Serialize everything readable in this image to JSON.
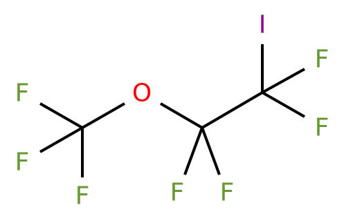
{
  "molecule": {
    "atoms": {
      "f1": {
        "label": "F"
      },
      "f2": {
        "label": "F"
      },
      "f3": {
        "label": "F"
      },
      "o1": {
        "label": "O"
      },
      "i1": {
        "label": "I"
      },
      "f4": {
        "label": "F"
      },
      "f5": {
        "label": "F"
      },
      "f6": {
        "label": "F"
      },
      "f7": {
        "label": "F"
      }
    },
    "colors": {
      "fluorine": "#669933",
      "oxygen": "#ff0000",
      "iodine": "#940094",
      "bond": "#000000",
      "background": "#ffffff"
    }
  }
}
